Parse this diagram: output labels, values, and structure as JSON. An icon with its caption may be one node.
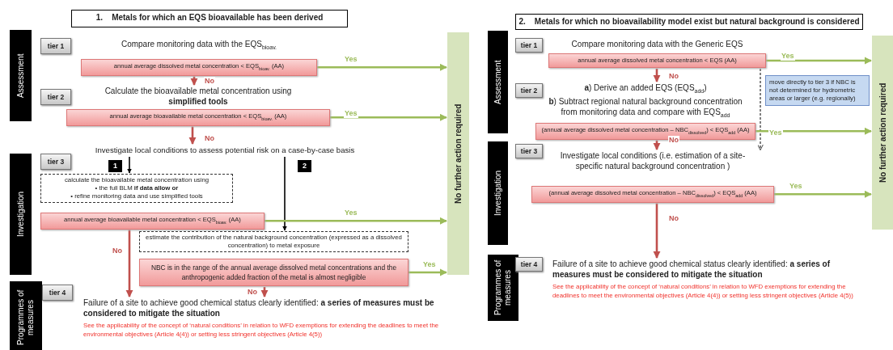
{
  "diagram": {
    "nodes": [
      {
        "text": [
          "1.    Metals for which an EQS bioavailable has been derived"
        ]
      },
      {
        "text": [
          "Assessment"
        ]
      },
      {
        "text": [
          "tier 1"
        ]
      },
      {
        "text": [
          "Compare monitoring data with the EQS$_{bioav.}$",
          "annual average dissolved metal concentration < EQS$_{bioav.}$ (AA)"
        ]
      },
      {
        "text": [
          "tier 2"
        ]
      },
      {
        "text": [
          "Calculate the bioavailable metal concentration using **simplified tools**",
          "annual average bioavailable metal concentration < EQS$_{bioav.}$ (AA)"
        ]
      },
      {
        "text": [
          "Investigation"
        ]
      },
      {
        "text": [
          "Investigate local conditions to assess potential risk on a case-by-case basis"
        ]
      },
      {
        "text": [
          "tier 3"
        ]
      },
      {
        "text": [
          "calculate the bioavailable metal concentration using",
          "•  the full BLM **if data allow or**",
          "•  refine monitoring data and use simplified tools"
        ]
      },
      {
        "text": [
          "annual average bioavailable metal concentration < EQS$_{bioav.}$ (AA)"
        ]
      },
      {
        "text": [
          "estimate the contribution of the natural background concentration (expressed as a dissolved concentration) to metal exposure"
        ]
      },
      {
        "text": [
          "NBC is in the range of the annual average dissolved metal concentrations and the anthropogenic added fraction of the metal is almost negligible"
        ]
      },
      {
        "text": [
          "Programmes of measures"
        ]
      },
      {
        "text": [
          "tier 4"
        ]
      },
      {
        "text": [
          "Failure of a site to achieve good chemical status clearly identified: **a series of measures must be considered to mitigate the situation**",
          "See the applicability of the concept of ‘natural conditions’ in relation to WFD exemptions for extending the deadlines to meet the environmental objectives (Article 4(4)) or setting less stringent objectives (Article 4(5))"
        ]
      },
      {
        "text": [
          "No further action required"
        ]
      },
      {
        "text": [
          "2.    Metals for which no bioavailability model exist but natural background is considered"
        ]
      },
      {
        "text": [
          "Assessment"
        ]
      },
      {
        "text": [
          "tier 1"
        ]
      },
      {
        "text": [
          "Compare monitoring data with the Generic EQS",
          "annual average dissolved metal concentration < EQS (AA)"
        ]
      },
      {
        "text": [
          "tier 2"
        ]
      },
      {
        "text": [
          "**a**) Derive an added EQS (EQS$_{add}$)",
          "**b**) Subtract regional natural background concentration from monitoring data and compare with EQS$_{add}$",
          "(annual average dissolved metal concentration – NBC$_{dissolved}$) < EQS$_{add}$ (AA)"
        ]
      },
      {
        "text": [
          "move directly to tier 3 if NBC is not determined for hydrometric areas or larger (e.g. regionally)"
        ]
      },
      {
        "text": [
          "Investigation"
        ]
      },
      {
        "text": [
          "tier 3"
        ]
      },
      {
        "text": [
          "Investigate local conditions (i.e. estimation of a site-specific natural background concentration )",
          "(annual average dissolved metal concentration – NBC$_{dissolved}$) < EQS$_{add}$  (AA)"
        ]
      },
      {
        "text": [
          "Programmes of measures"
        ]
      },
      {
        "text": [
          "tier 4"
        ]
      },
      {
        "text": [
          "Failure of a site to achieve good chemical status clearly identified: **a series of measures must be considered to mitigate the situation**",
          "See the applicability of the concept of ‘natural conditions’ in relation to WFD exemptions for extending the deadlines to meet the environmental objectives (Article 4(4)) or setting less stringent objectives (Article 4(5))"
        ]
      },
      {
        "text": [
          "No further action required"
        ]
      }
    ],
    "edges": [
      {
        "from": 3,
        "to": 5,
        "arrow": "to",
        "label": "No",
        "color": "#c0504d"
      },
      {
        "from": 3,
        "to": 16,
        "arrow": "to",
        "label": "Yes",
        "color": "#9bbb59"
      },
      {
        "from": 5,
        "to": 7,
        "arrow": "to",
        "label": "No",
        "color": "#c0504d"
      },
      {
        "from": 5,
        "to": 16,
        "arrow": "to",
        "label": "Yes",
        "color": "#9bbb59"
      },
      {
        "from": 7,
        "to": 9,
        "arrow": "to",
        "label": "1",
        "color": "#000000"
      },
      {
        "from": 7,
        "to": 11,
        "arrow": "to",
        "label": "2",
        "color": "#000000"
      },
      {
        "from": 10,
        "to": 16,
        "arrow": "to",
        "label": "Yes",
        "color": "#9bbb59"
      },
      {
        "from": 10,
        "to": 15,
        "arrow": "to",
        "label": "No",
        "color": "#c0504d"
      },
      {
        "from": 12,
        "to": 16,
        "arrow": "to",
        "label": "Yes",
        "color": "#9bbb59"
      },
      {
        "from": 12,
        "to": 15,
        "arrow": "to",
        "label": "No",
        "color": "#c0504d"
      },
      {
        "from": 20,
        "to": 30,
        "arrow": "to",
        "label": "Yes",
        "color": "#9bbb59"
      },
      {
        "from": 20,
        "to": 22,
        "arrow": "to",
        "label": "No",
        "color": "#c0504d"
      },
      {
        "from": 20,
        "to": 26,
        "arrow": "to",
        "style": "dashed",
        "color": "#000000"
      },
      {
        "from": 22,
        "to": 30,
        "arrow": "to",
        "label": "Yes",
        "color": "#9bbb59"
      },
      {
        "from": 22,
        "to": 26,
        "arrow": "to",
        "label": "No",
        "color": "#c0504d"
      },
      {
        "from": 26,
        "to": 30,
        "arrow": "to",
        "label": "Yes",
        "color": "#9bbb59"
      },
      {
        "from": 26,
        "to": 29,
        "arrow": "to",
        "label": "No",
        "color": "#c0504d"
      }
    ]
  }
}
